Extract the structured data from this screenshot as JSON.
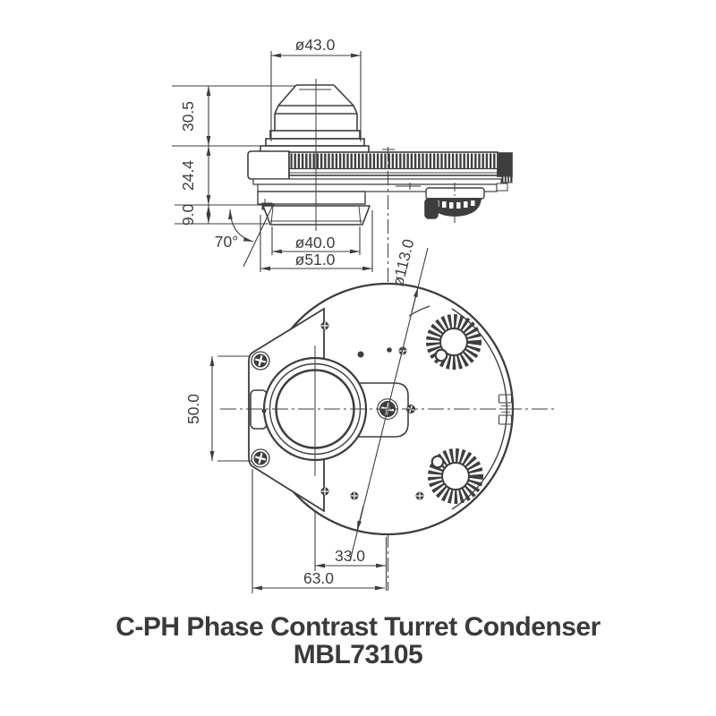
{
  "title": {
    "line1": "C-PH Phase Contrast Turret Condenser",
    "line2": "MBL73105"
  },
  "side_view": {
    "dimensions": {
      "top_lens_diameter": "ø43.0",
      "lens_height": "30.5",
      "body_height": "24.4",
      "mount_height": "9.0",
      "swing_angle": "70°",
      "mount_inner_diameter": "ø40.0",
      "mount_outer_diameter": "ø51.0"
    }
  },
  "bottom_view": {
    "dimensions": {
      "overall_diameter": "ø113.0",
      "screw_spacing": "50.0",
      "lens_center_to_axis": "33.0",
      "plate_edge_to_axis": "63.0"
    }
  },
  "colors": {
    "line": "#3e3e3e",
    "background": "#ffffff"
  }
}
